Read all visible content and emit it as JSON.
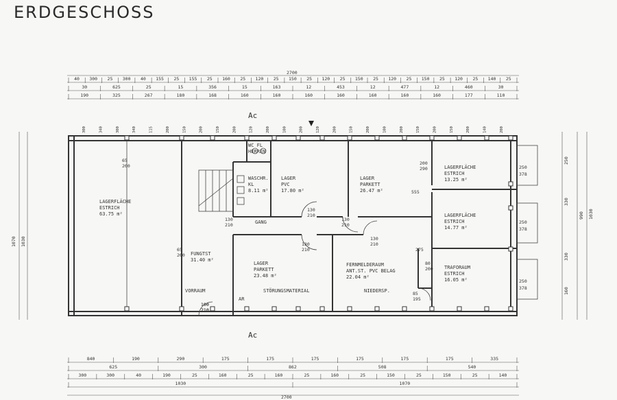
{
  "title": "ERDGESCHOSS",
  "overall": {
    "top": "2700",
    "bottom": "2700"
  },
  "dims": {
    "top_row1": [
      "40",
      "300",
      "25",
      "300",
      "40",
      "155",
      "25",
      "155",
      "25",
      "160",
      "25",
      "120",
      "25",
      "150",
      "25",
      "120",
      "25",
      "150",
      "25",
      "120",
      "25",
      "150",
      "25",
      "120",
      "25",
      "140",
      "25"
    ],
    "top_row2": [
      "30",
      "625",
      "25",
      "15",
      "356",
      "15",
      "163",
      "12",
      "453",
      "12",
      "477",
      "12",
      "460",
      "30"
    ],
    "top_row3": [
      "190",
      "325",
      "267",
      "180",
      "168",
      "160",
      "160",
      "160",
      "160",
      "160",
      "160",
      "160",
      "177",
      "110"
    ],
    "bottom_row1": [
      "840",
      "190",
      "290",
      "175",
      "175",
      "175",
      "175",
      "175",
      "175",
      "335"
    ],
    "bottom_row2": [
      "625",
      "300",
      "862",
      "508",
      "540"
    ],
    "bottom_row3": [
      "300",
      "300",
      "40",
      "190",
      "25",
      "160",
      "25",
      "160",
      "25",
      "160",
      "25",
      "150",
      "25",
      "150",
      "25",
      "140"
    ],
    "bottom_row4": [
      "1030",
      "1070"
    ],
    "left": [
      "1070",
      "1030"
    ],
    "right": [
      "250",
      "330",
      "330",
      "160",
      "990",
      "1030"
    ],
    "win_right": [
      {
        "a": "250",
        "b": "378"
      },
      {
        "a": "250",
        "b": "378"
      },
      {
        "a": "250",
        "b": "378"
      }
    ],
    "win_top": [
      "300",
      "340",
      "300",
      "340",
      "115",
      "200",
      "150",
      "200",
      "150",
      "200",
      "120",
      "200",
      "100",
      "200",
      "120",
      "200",
      "150",
      "200",
      "100",
      "200",
      "150",
      "200",
      "150",
      "200",
      "140",
      "200"
    ]
  },
  "rooms": [
    {
      "name": "LAGERFLÄCHE",
      "sub": "ESTRICH",
      "area": "63.75 m²"
    },
    {
      "name": "FUNGTST",
      "sub": "",
      "area": "31.40 m²"
    },
    {
      "name": "VORRAUM",
      "sub": "",
      "area": ""
    },
    {
      "name": "WASCHR.",
      "sub": "KL",
      "area": "8.11 m²"
    },
    {
      "name": "WC FL",
      "sub": "HERREN",
      "area": ""
    },
    {
      "name": "LAGER",
      "sub": "PVC",
      "area": "17.80 m²"
    },
    {
      "name": "LAGER",
      "sub": "PARKETT",
      "area": "26.47 m²"
    },
    {
      "name": "LAGERFLÄCHE",
      "sub": "ESTRICH",
      "area": "13.25 m²"
    },
    {
      "name": "LAGERFLÄCHE",
      "sub": "ESTRICH",
      "area": "14.77 m²"
    },
    {
      "name": "TRAFORAUM",
      "sub": "ESTRICH",
      "area": "16.05 m²"
    },
    {
      "name": "LAGER",
      "sub": "PARKETT",
      "area": "23.48 m²"
    },
    {
      "name": "FERNMELDERAUM",
      "sub": "ANT.ST. PVC BELAG",
      "area": "22.04 m²"
    },
    {
      "name": "GANG",
      "sub": "",
      "area": ""
    },
    {
      "name": "STÖRUNGSMATERIAL",
      "sub": "",
      "area": ""
    },
    {
      "name": "NIEDERSP.",
      "sub": "",
      "area": ""
    },
    {
      "name": "AR",
      "sub": "",
      "area": ""
    }
  ],
  "openings": [
    {
      "a": "65",
      "b": "200"
    },
    {
      "a": "65",
      "b": "200"
    },
    {
      "a": "130",
      "b": "210"
    },
    {
      "a": "130",
      "b": "210"
    },
    {
      "a": "130",
      "b": "210"
    },
    {
      "a": "130",
      "b": "210"
    },
    {
      "a": "130",
      "b": "210"
    },
    {
      "a": "200",
      "b": "290"
    },
    {
      "a": "100",
      "b": "210"
    },
    {
      "a": "85",
      "b": "195"
    },
    {
      "a": "80",
      "b": "200"
    },
    {
      "a": "555",
      "b": ""
    },
    {
      "a": "275",
      "b": ""
    },
    {
      "a": "100",
      "b": "210"
    }
  ],
  "section": "Ac"
}
